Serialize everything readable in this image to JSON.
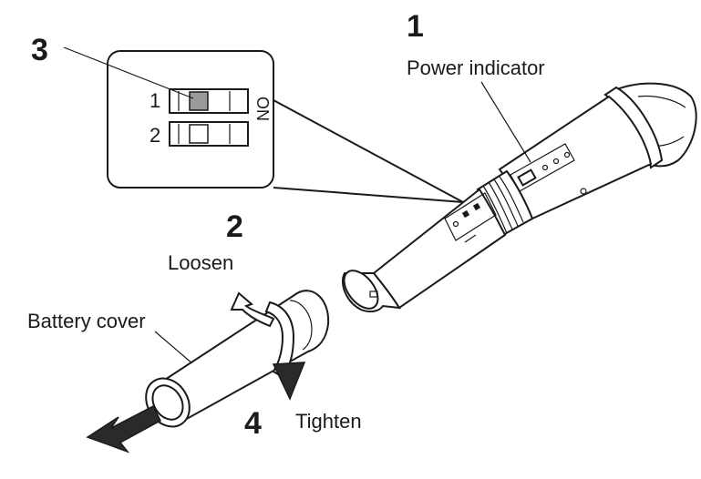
{
  "steps": {
    "step1": "1",
    "step2": "2",
    "step3": "3",
    "step4": "4"
  },
  "labels": {
    "power_indicator": "Power indicator",
    "loosen": "Loosen",
    "battery_cover": "Battery cover",
    "tighten": "Tighten"
  },
  "dip_switch": {
    "switch1_number": "1",
    "switch2_number": "2",
    "on_label": "ON",
    "switch1_state": "on",
    "switch2_state": "off"
  },
  "icons": {
    "direction_arrow": "arrow-down-left-icon",
    "rotate_arrow": "rotate-arrow-icon"
  },
  "colors": {
    "line": "#1a1a1a",
    "switch_fill": "#9a9a9a",
    "arrow_fill": "#2a2a2a"
  }
}
